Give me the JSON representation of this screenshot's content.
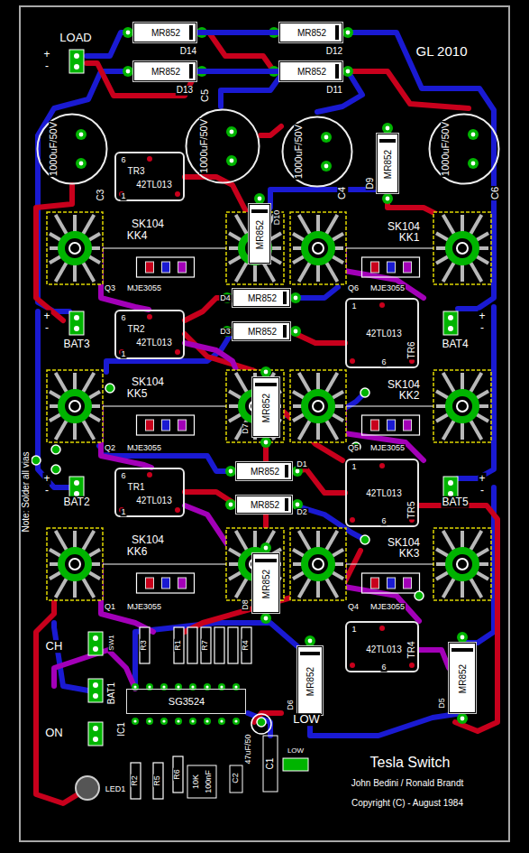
{
  "diagram": {
    "title": "Tesla Switch",
    "nodes": [
      {
        "text": [
          "MR852",
          "D14"
        ]
      },
      {
        "text": [
          "MR852",
          "D12"
        ]
      },
      {
        "text": [
          "MR852",
          "D13"
        ]
      },
      {
        "text": [
          "MR852",
          "D11"
        ]
      },
      {
        "text": [
          "1000uF/50V"
        ]
      },
      {
        "text": [
          "1000uF/50V"
        ]
      },
      {
        "text": [
          "1000uF/50V"
        ]
      },
      {
        "text": [
          "1000uF/50V"
        ]
      },
      {
        "text": [
          "MR852",
          "D9"
        ]
      },
      {
        "text": [
          "42TL013",
          "TR3",
          "1",
          "6"
        ]
      },
      {
        "text": [
          "MR852",
          "D10"
        ]
      },
      {
        "text": [
          "SK104",
          "KK4"
        ]
      },
      {
        "text": [
          "SK104",
          "KK1"
        ]
      },
      {
        "text": [
          "MR852",
          "D4"
        ]
      },
      {
        "text": [
          "MR852",
          "D3"
        ]
      },
      {
        "text": [
          "42TL013",
          "TR2",
          "1",
          "6"
        ]
      },
      {
        "text": [
          "42TL013",
          "TR6",
          "1",
          "6"
        ]
      },
      {
        "text": [
          "SK104",
          "KK5"
        ]
      },
      {
        "text": [
          "MR852",
          "D7"
        ]
      },
      {
        "text": [
          "SK104",
          "KK2"
        ]
      },
      {
        "text": [
          "MR852",
          "D1"
        ]
      },
      {
        "text": [
          "MR852",
          "D2"
        ]
      },
      {
        "text": [
          "42TL013",
          "TR1",
          "1",
          "6"
        ]
      },
      {
        "text": [
          "42TL013",
          "TR5",
          "1",
          "6"
        ]
      },
      {
        "text": [
          "SK104",
          "KK6"
        ]
      },
      {
        "text": [
          "MR852",
          "D8"
        ]
      },
      {
        "text": [
          "SK104",
          "KK3"
        ]
      },
      {
        "text": [
          "42TL013",
          "TR4",
          "1",
          "6"
        ]
      },
      {
        "text": [
          "MR852",
          "D6"
        ]
      },
      {
        "text": [
          "MR852",
          "D5"
        ]
      },
      {
        "text": [
          "SG3524",
          "IC1"
        ]
      }
    ],
    "edges": [
      {
        "from": 0,
        "to": 1,
        "arrow": "none"
      },
      {
        "from": 2,
        "to": 3,
        "arrow": "none"
      }
    ],
    "labels": [
      "GL 2010",
      "LOAD",
      "+",
      "-",
      "BAT3",
      "+",
      "-",
      "BAT4",
      "+",
      "-",
      "BAT2",
      "+",
      "-",
      "BAT5",
      "+",
      "-",
      "BAT1",
      "CH",
      "ON",
      "SW1",
      "LOW",
      "LOW",
      "John Bedini / Ronald Brandt",
      "Copyright (C) - August 1984",
      "Note: Solder all vias",
      "LED1",
      "C5",
      "C4",
      "C6",
      "C3",
      "Q3",
      "MJE3055",
      "Q6",
      "MJE3055",
      "Q2",
      "MJE3055",
      "Q5",
      "MJE3055",
      "Q1",
      "MJE3055",
      "Q4",
      "MJE3055",
      "R3",
      "R1",
      "R7",
      "R4",
      "R2",
      "R5",
      "R6",
      "10K",
      "100nF",
      "47uF/50",
      "C1",
      "C2"
    ]
  }
}
